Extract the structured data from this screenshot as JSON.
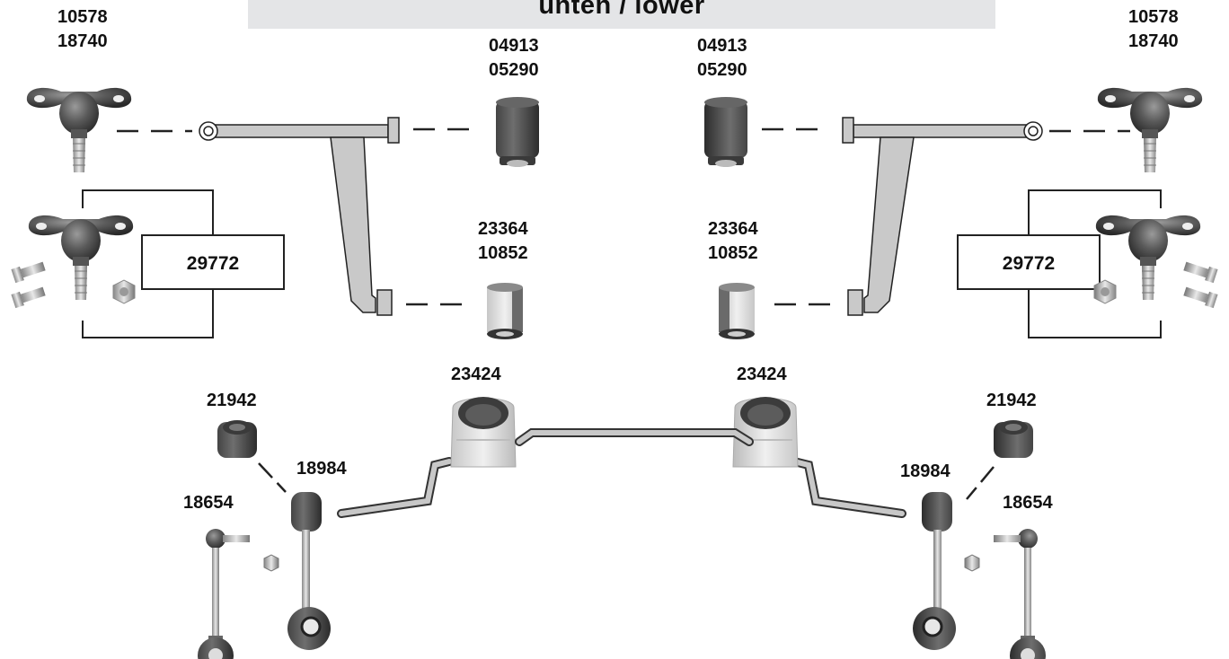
{
  "banner": {
    "title": "unten / lower"
  },
  "left": {
    "ball_joint_top": [
      "10578",
      "18740"
    ],
    "bushing_front": [
      "04913",
      "05290"
    ],
    "bushing_rear": [
      "23364",
      "10852"
    ],
    "ball_joint_kit": "29772",
    "stabilizer_bushing": "23424",
    "link_bushing": "21942",
    "link_long": "18984",
    "link_short": "18654"
  },
  "right": {
    "ball_joint_top": [
      "10578",
      "18740"
    ],
    "bushing_front": [
      "04913",
      "05290"
    ],
    "bushing_rear": [
      "23364",
      "10852"
    ],
    "ball_joint_kit": "29772",
    "stabilizer_bushing": "23424",
    "link_bushing": "21942",
    "link_long": "18984",
    "link_short": "18654"
  }
}
